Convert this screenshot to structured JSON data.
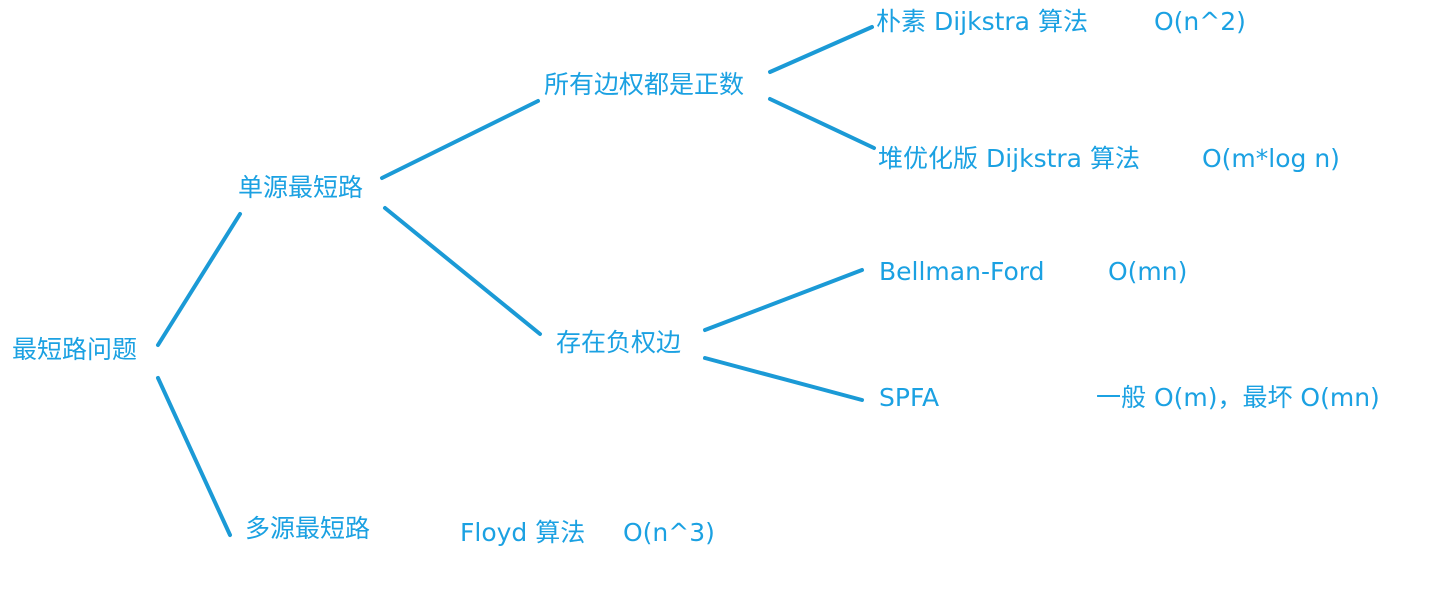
{
  "diagram": {
    "line_color": "#1b9ad6",
    "text_color": "#1ba1e2",
    "nodes": {
      "root": "最短路问题",
      "single_source": "单源最短路",
      "multi_source": "多源最短路",
      "all_positive": "所有边权都是正数",
      "has_negative": "存在负权边"
    },
    "algorithms": {
      "naive_dijkstra": {
        "name": "朴素 Dijkstra 算法",
        "complexity": "O(n^2)"
      },
      "heap_dijkstra": {
        "name": "堆优化版 Dijkstra 算法",
        "complexity": "O(m*log n)"
      },
      "bellman_ford": {
        "name": "Bellman-Ford",
        "complexity": "O(mn)"
      },
      "spfa": {
        "name": "SPFA",
        "complexity": "一般 O(m)，最坏 O(mn)"
      },
      "floyd": {
        "name": "Floyd 算法",
        "complexity": "O(n^3)"
      }
    }
  }
}
